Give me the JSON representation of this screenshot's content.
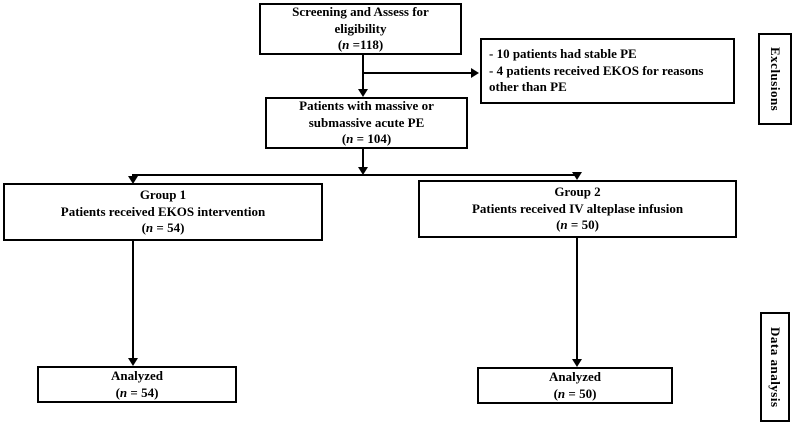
{
  "boxes": {
    "screening": {
      "line1": "Screening and Assess for",
      "line2": "eligibility",
      "count": {
        "pre": "(",
        "var": "n",
        "post": " =118)"
      }
    },
    "exclusion_reasons": {
      "items": [
        "- 10 patients had stable PE",
        "- 4 patients received EKOS for reasons other than PE"
      ]
    },
    "eligible": {
      "line1": "Patients with massive or",
      "line2": "submassive acute PE",
      "count": {
        "pre": "(",
        "var": "n",
        "post": " = 104)"
      }
    },
    "group1": {
      "line1": "Group 1",
      "line2": "Patients received EKOS intervention",
      "count": {
        "pre": "(",
        "var": "n",
        "post": " = 54)"
      }
    },
    "group2": {
      "line1": "Group 2",
      "line2": "Patients received IV alteplase infusion",
      "count": {
        "pre": "(",
        "var": "n",
        "post": " = 50)"
      }
    },
    "analyzed1": {
      "line1": "Analyzed",
      "count": {
        "pre": "(",
        "var": "n",
        "post": " = 54)"
      }
    },
    "analyzed2": {
      "line1": "Analyzed",
      "count": {
        "pre": "(",
        "var": "n",
        "post": " = 50)"
      }
    }
  },
  "side_labels": {
    "exclusions": "Exclusions",
    "data_analysis": "Data analysis"
  },
  "colors": {
    "line": "#000000",
    "background": "#ffffff",
    "text": "#000000"
  }
}
